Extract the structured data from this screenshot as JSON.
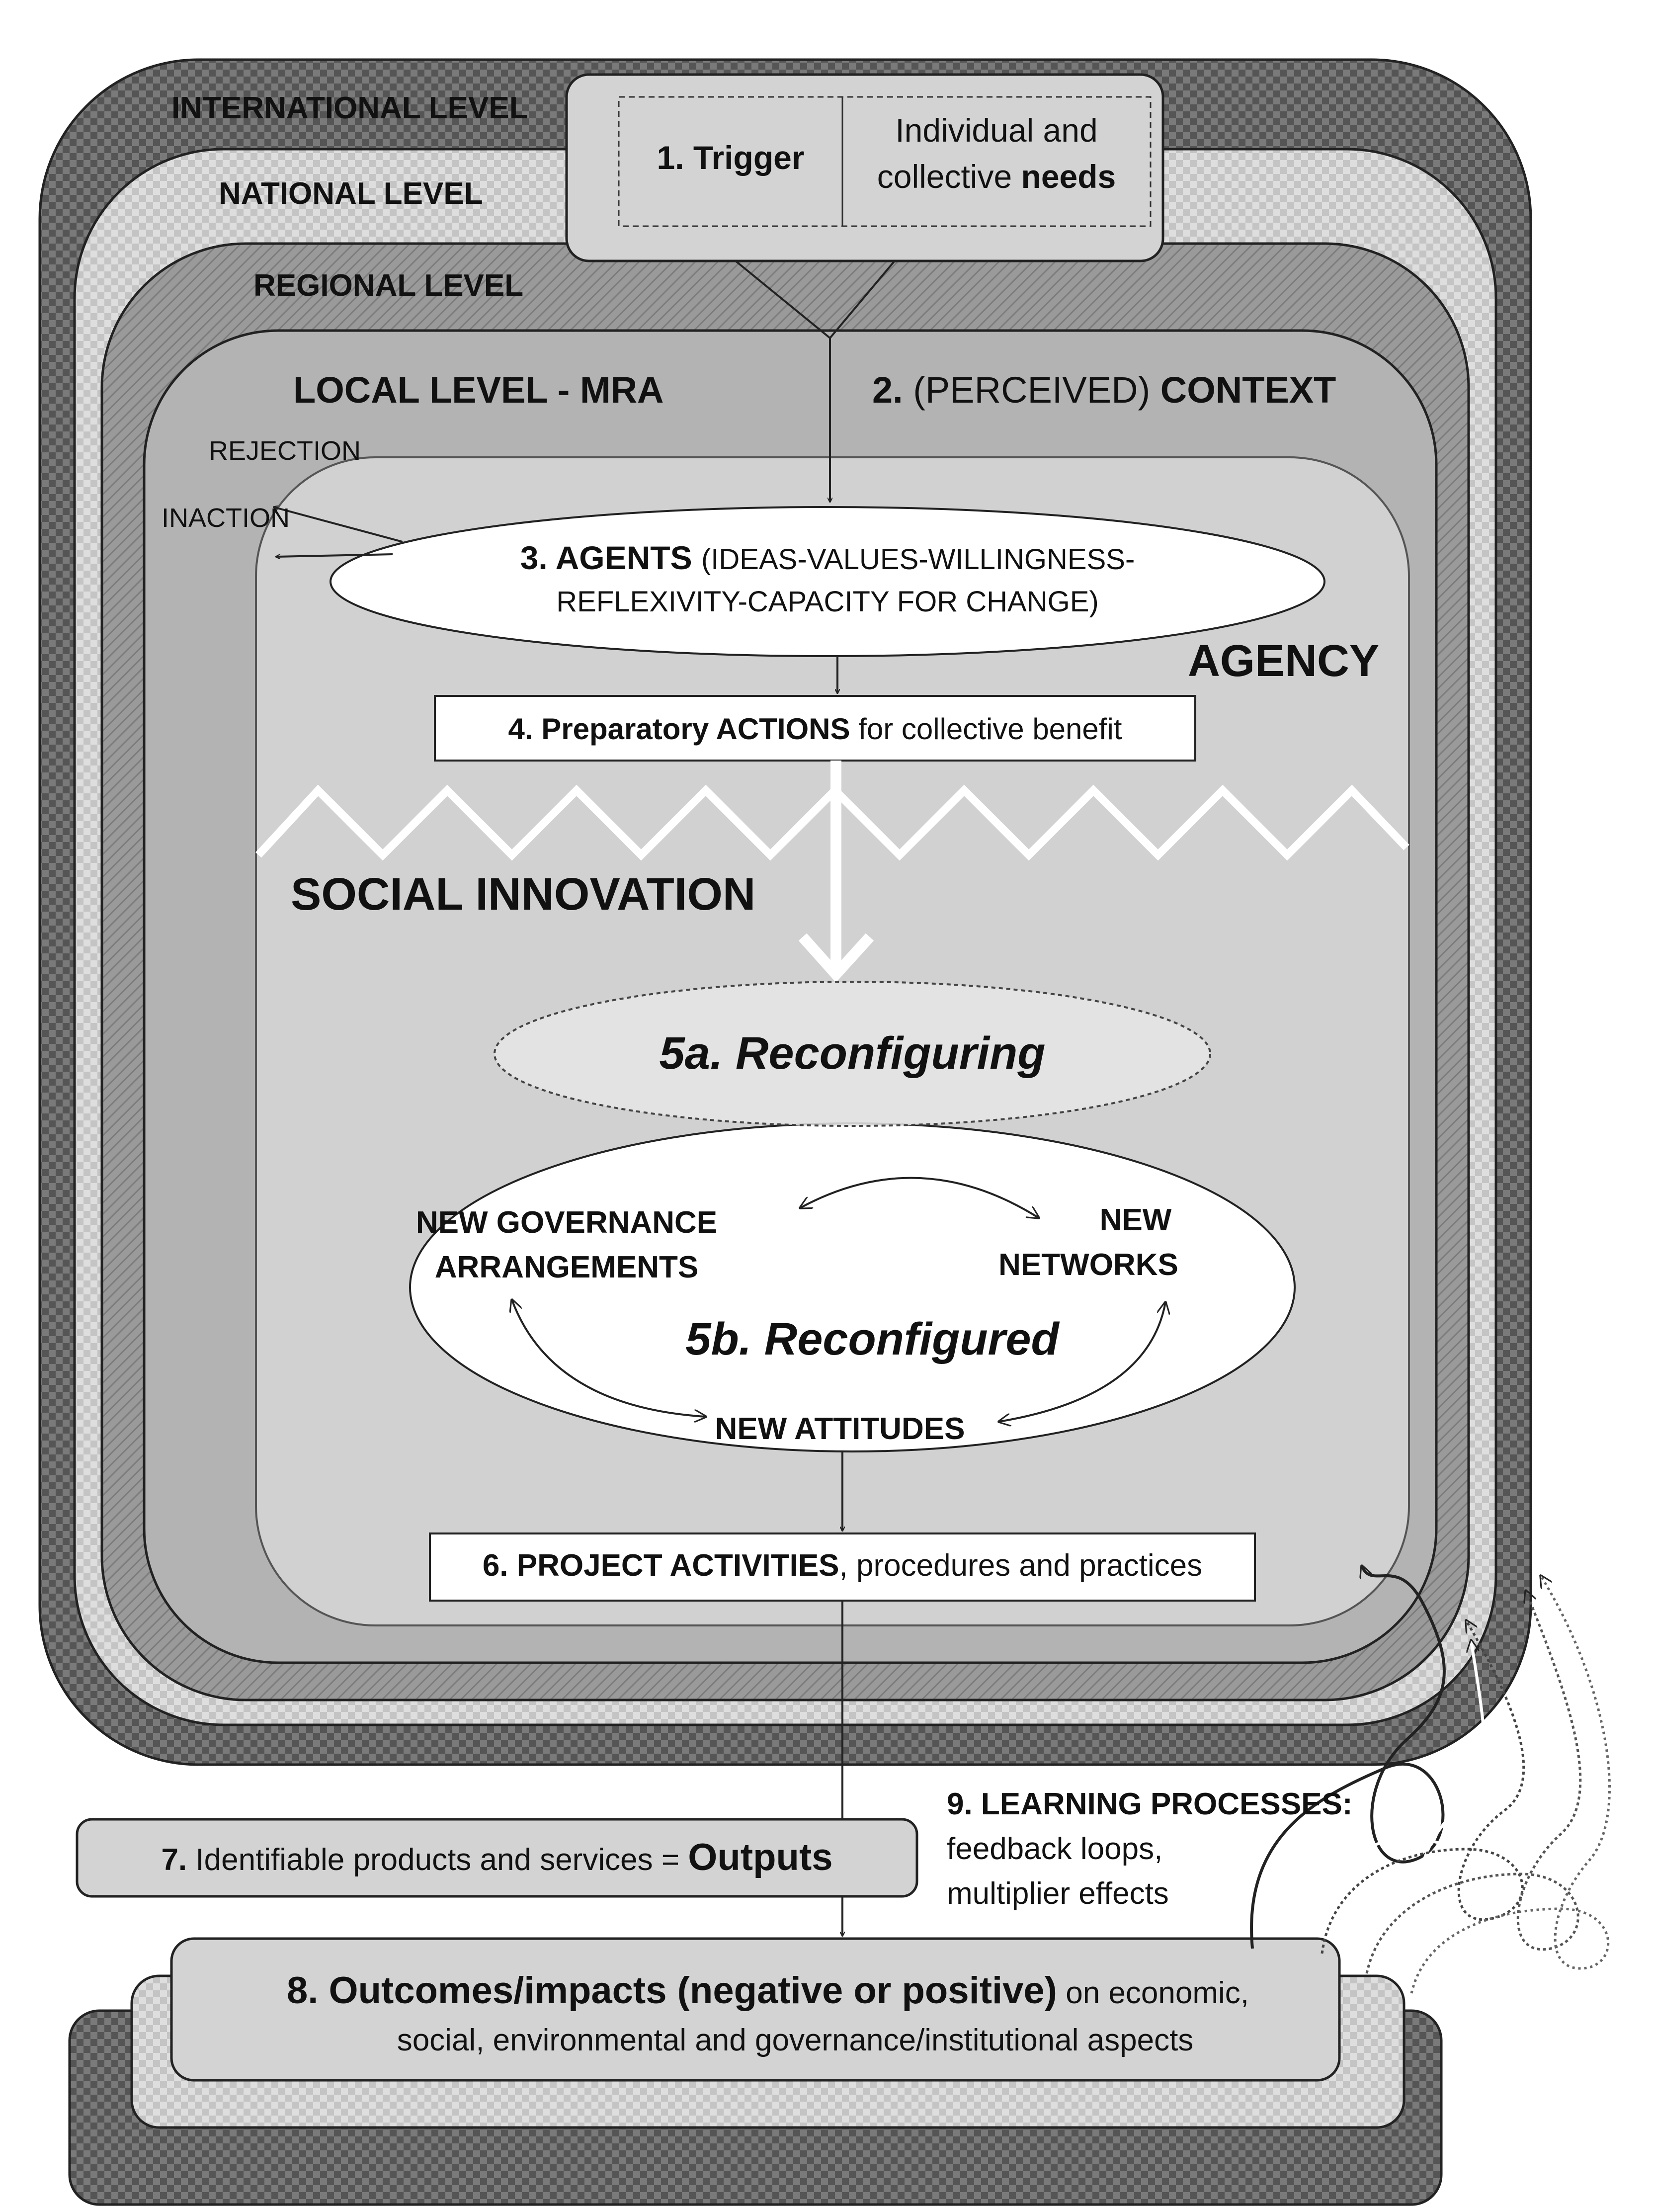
{
  "levels": {
    "international": "INTERNATIONAL LEVEL",
    "national": "NATIONAL LEVEL",
    "regional": "REGIONAL LEVEL",
    "local": "LOCAL LEVEL - MRA"
  },
  "trigger": {
    "label": "1. Trigger",
    "needs_line1": "Individual and",
    "needs_line2_a": "collective ",
    "needs_line2_b": "needs"
  },
  "context": {
    "num": "2. ",
    "perceived": "(PERCEIVED) ",
    "label": "CONTEXT"
  },
  "rejection": "REJECTION",
  "inaction": "INACTION",
  "agents": {
    "bold": "3. AGENTS ",
    "rest1": "(IDEAS-VALUES-WILLINGNESS-",
    "line2": "REFLEXIVITY-CAPACITY FOR CHANGE)"
  },
  "agency": "AGENCY",
  "actions": {
    "bold": "4. Preparatory ACTIONS",
    "rest": " for collective benefit"
  },
  "social_innovation": "SOCIAL INNOVATION",
  "reconfiguring": "5a. Reconfiguring",
  "reconfigured": "5b. Reconfigured",
  "governance": {
    "line1": "NEW GOVERNANCE",
    "line2": "ARRANGEMENTS"
  },
  "networks": {
    "line1": "NEW",
    "line2": "NETWORKS"
  },
  "attitudes": "NEW ATTITUDES",
  "project": {
    "bold": "6. PROJECT ACTIVITIES",
    "rest": ", procedures  and practices"
  },
  "outputs": {
    "num": "7.",
    "rest": " Identifiable products and services = ",
    "bold": "Outputs"
  },
  "learning": {
    "title": "9. LEARNING PROCESSES:",
    "line2": "feedback loops,",
    "line3": "multiplier effects"
  },
  "outcomes": {
    "bold": "8. Outcomes/impacts (negative or positive)",
    "rest": " on economic,",
    "line2": "social, environmental and governance/institutional aspects"
  },
  "colors": {
    "international": "#6f6f6f",
    "national": "#d6d6d6",
    "regional": "#a9a9a9",
    "local": "#b7b7b7",
    "agency": "#d0d0d0",
    "white": "#ffffff"
  }
}
